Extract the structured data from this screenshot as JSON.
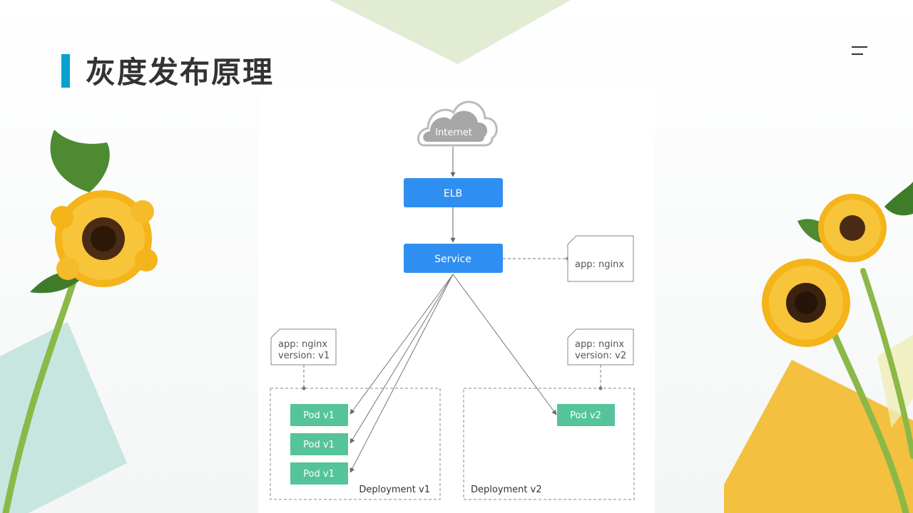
{
  "slide": {
    "title": "灰度发布原理"
  },
  "colors": {
    "accent": "#0aa1cf",
    "node_blue": "#2f8ff0",
    "pod_green": "#55c49a",
    "cloud_gray": "#aaaaaa",
    "line_gray": "#777777",
    "title_text": "#333333"
  },
  "icons": {
    "menu": "menu-icon",
    "internet": "cloud-icon"
  },
  "diagram": {
    "internet": {
      "label": "Internet"
    },
    "elb": {
      "label": "ELB"
    },
    "service": {
      "label": "Service"
    },
    "service_selector": {
      "line1": "app: nginx"
    },
    "v1_labels": {
      "line1": "app: nginx",
      "line2": "version: v1"
    },
    "v2_labels": {
      "line1": "app: nginx",
      "line2": "version: v2"
    },
    "deployment_v1": {
      "label": "Deployment v1",
      "pods": [
        "Pod v1",
        "Pod v1",
        "Pod v1"
      ]
    },
    "deployment_v2": {
      "label": "Deployment v2",
      "pods": [
        "Pod v2"
      ]
    }
  }
}
